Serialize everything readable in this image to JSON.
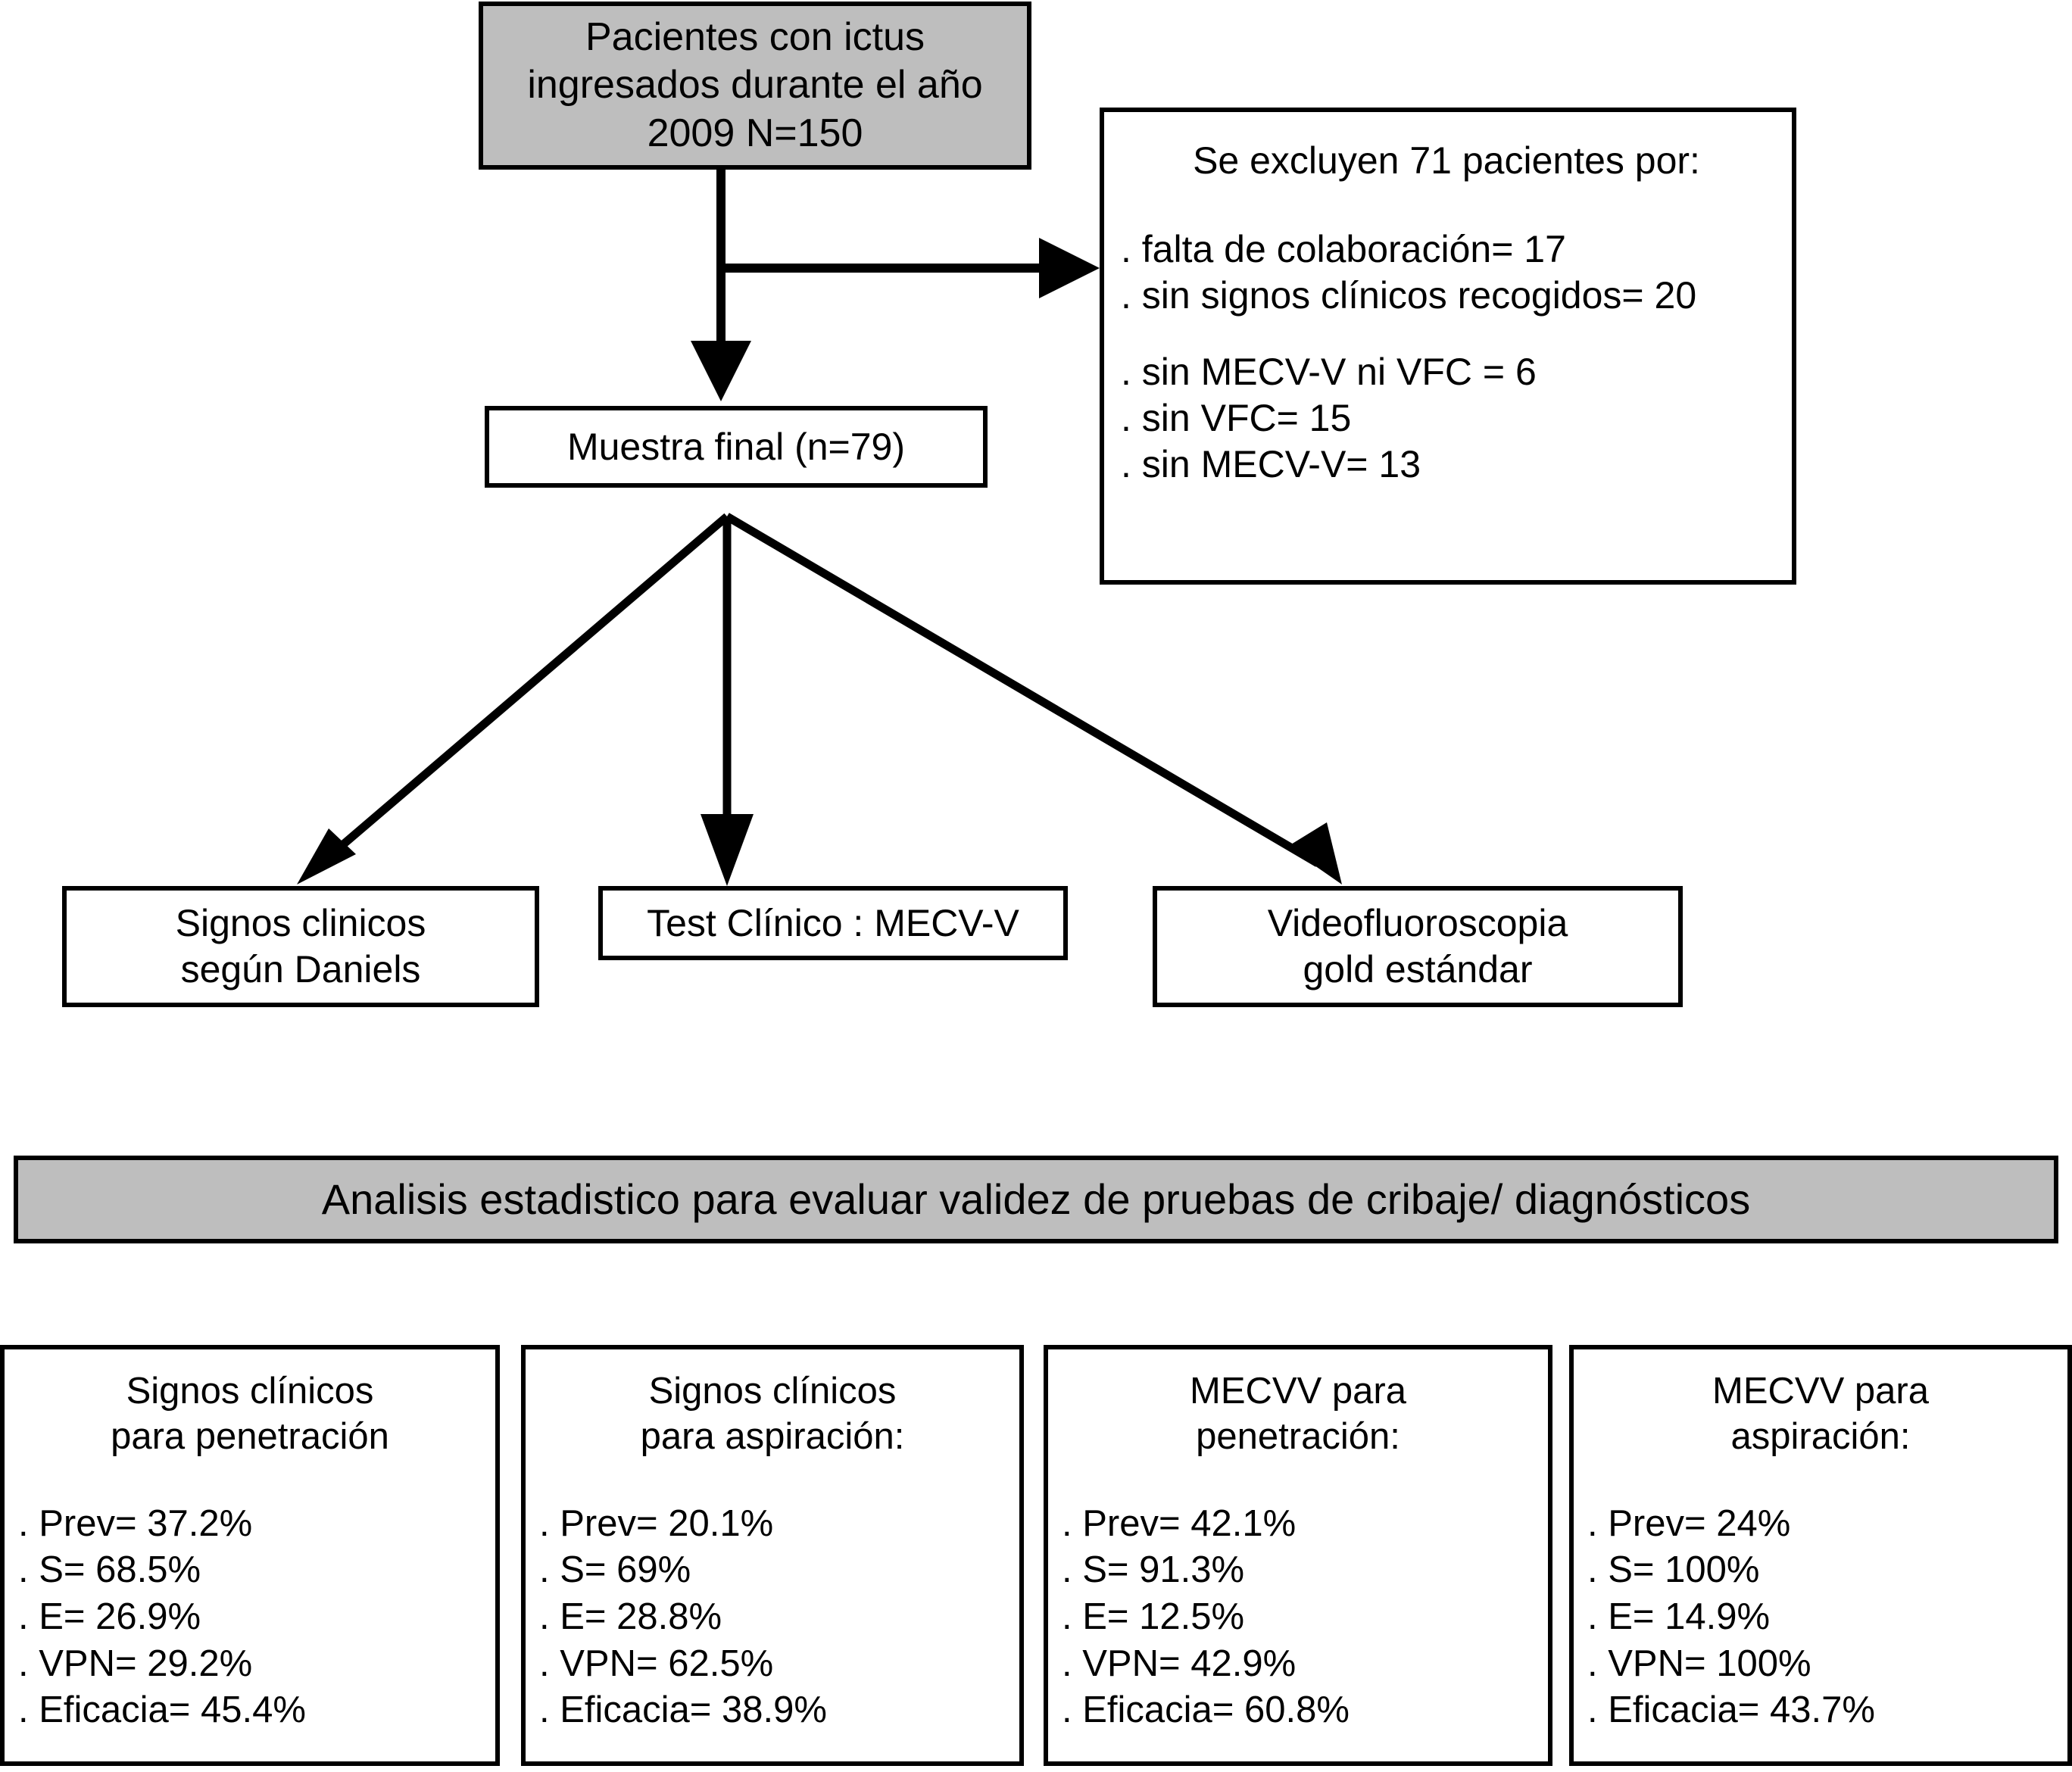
{
  "diagram": {
    "title_banner": "Analisis estadistico para evaluar validez de pruebas de cribaje/ diagnósticos",
    "cohort": {
      "line1": "Pacientes con ictus",
      "line2": "ingresados durante el año",
      "line3": "2009 N=150"
    },
    "excluded": {
      "header": "Se excluyen 71 pacientes por:",
      "items_group_1": [
        ". falta de colaboración= 17",
        ". sin signos clínicos recogidos= 20"
      ],
      "items_group_2": [
        ". sin MECV-V ni VFC = 6",
        ". sin VFC= 15",
        ". sin MECV-V= 13"
      ]
    },
    "sample": {
      "label": "Muestra final (n=79)"
    },
    "methods": [
      {
        "id": "signs",
        "line1": "Signos clinicos",
        "line2": "según Daniels"
      },
      {
        "id": "test",
        "line1": "Test Clínico : MECV-V",
        "line2": ""
      },
      {
        "id": "videofluoroscopy",
        "line1": "Videofluoroscopia",
        "line2": "gold estándar"
      }
    ],
    "results": [
      {
        "title": "Signos clínicos\npara penetración",
        "metrics": [
          ". Prev= 37.2%",
          ". S= 68.5%",
          ". E= 26.9%",
          ". VPN= 29.2%",
          ". Eficacia= 45.4%"
        ]
      },
      {
        "title": "Signos clínicos\npara aspiración:",
        "metrics": [
          ". Prev= 20.1%",
          ". S= 69%",
          ". E= 28.8%",
          ". VPN= 62.5%",
          ". Eficacia= 38.9%"
        ]
      },
      {
        "title": "MECVV para\npenetración:",
        "metrics": [
          ". Prev= 42.1%",
          ". S= 91.3%",
          ". E= 12.5%",
          ". VPN= 42.9%",
          ". Eficacia= 60.8%"
        ]
      },
      {
        "title": "MECVV para\naspiración:",
        "metrics": [
          ". Prev= 24%",
          ". S= 100%",
          ". E= 14.9%",
          ". VPN= 100%",
          ". Eficacia= 43.7%"
        ]
      }
    ],
    "colors": {
      "shaded_fill": "#bebebe",
      "stroke": "#000000",
      "background": "#ffffff"
    }
  }
}
